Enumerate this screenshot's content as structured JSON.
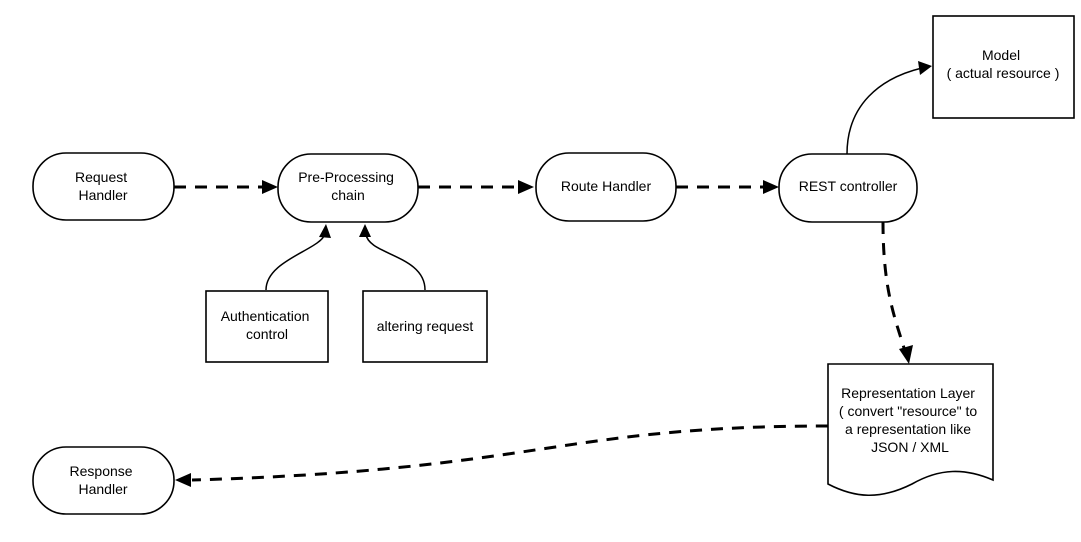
{
  "nodes": {
    "request_handler": [
      "Request",
      "Handler"
    ],
    "preprocessing_chain": [
      "Pre-Processing",
      "chain"
    ],
    "route_handler": [
      "Route Handler"
    ],
    "rest_controller": [
      "REST controller"
    ],
    "model": [
      "Model",
      "( actual resource )"
    ],
    "authentication_control": [
      "Authentication",
      "control"
    ],
    "altering_request": [
      "altering request"
    ],
    "representation_layer": [
      "Representation Layer",
      "( convert \"resource\" to",
      "a representation like",
      "JSON / XML"
    ],
    "response_handler": [
      "Response",
      "Handler"
    ]
  }
}
